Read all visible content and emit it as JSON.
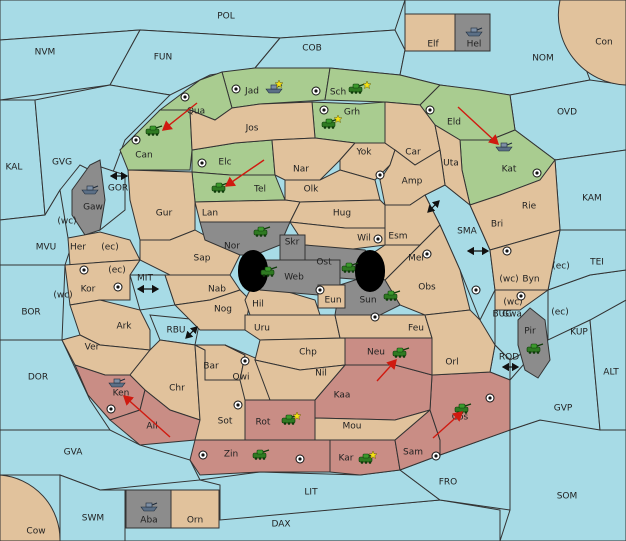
{
  "map": {
    "sea_labels": {
      "POL": "POL",
      "COB": "COB",
      "FUN": "FUN",
      "NVM": "NVM",
      "NOM": "NOM",
      "OVD": "OVD",
      "KAL": "KAL",
      "GVG": "GVG",
      "GOR": "GOR",
      "MVU": "MVU",
      "MIT": "MIT",
      "BOR": "BOR",
      "RBU": "RBU",
      "DOR": "DOR",
      "GVA": "GVA",
      "SWM": "SWM",
      "DAX": "DAX",
      "LIT": "LIT",
      "FRO": "FRO",
      "SOM": "SOM",
      "GVP": "GVP",
      "ALT": "ALT",
      "KUP": "KUP",
      "BUC": "BUC",
      "ROD": "ROD",
      "TEI": "TEI",
      "KAM": "KAM",
      "SMA": "SMA",
      "Con": "Con",
      "Cow": "Cow"
    },
    "land_labels": {
      "Jad": "Jad",
      "Sch": "Sch",
      "Qua": "Qua",
      "Jos": "Jos",
      "Grh": "Grh",
      "Eld": "Eld",
      "Can": "Can",
      "Elc": "Elc",
      "Nar": "Nar",
      "Yok": "Yok",
      "Car": "Car",
      "Uta": "Uta",
      "Tel": "Tel",
      "Olk": "Olk",
      "Amp": "Amp",
      "Kat": "Kat",
      "Gaw": "Gaw",
      "Gur": "Gur",
      "Lan": "Lan",
      "Hug": "Hug",
      "Rie": "Rie",
      "Bri": "Bri",
      "Wil": "Wil",
      "Esm": "Esm",
      "Her": "Her",
      "Nor": "Nor",
      "Skr": "Skr",
      "Sap": "Sap",
      "Ost": "Ost",
      "Mel": "Mel",
      "Web": "Web",
      "Byn": "Byn",
      "Kor": "Kor",
      "Nab": "Nab",
      "Eun": "Eun",
      "Obs": "Obs",
      "Sun": "Sun",
      "Gwa": "Gwa",
      "Hil": "Hil",
      "Nog": "Nog",
      "Ark": "Ark",
      "Uru": "Uru",
      "Feu": "Feu",
      "Pir": "Pir",
      "Ver": "Ver",
      "Chp": "Chp",
      "Neu": "Neu",
      "Bar": "Bar",
      "Nil": "Nil",
      "Orl": "Orl",
      "Qwi": "Qwi",
      "Chr": "Chr",
      "Ken": "Ken",
      "Kaa": "Kaa",
      "Ail": "Ail",
      "Sot": "Sot",
      "Rot": "Rot",
      "Mou": "Mou",
      "Cos": "Cos",
      "Zin": "Zin",
      "Kar": "Kar",
      "Sam": "Sam",
      "Elf": "Elf",
      "Hel": "Hel",
      "Aba": "Aba",
      "Orn": "Orn"
    },
    "coast_labels": [
      "(wc)",
      "(ec)",
      "(ec)",
      "(wc)",
      "(wc)",
      "(ec)",
      "(wc)",
      "(ec)"
    ],
    "colors": {
      "sea": "#a7dbe6",
      "land": "#e1c29c",
      "green": "#a9cc90",
      "red": "#c98d85",
      "grey": "#8c8c8c",
      "arrow": "#d01a10"
    }
  }
}
